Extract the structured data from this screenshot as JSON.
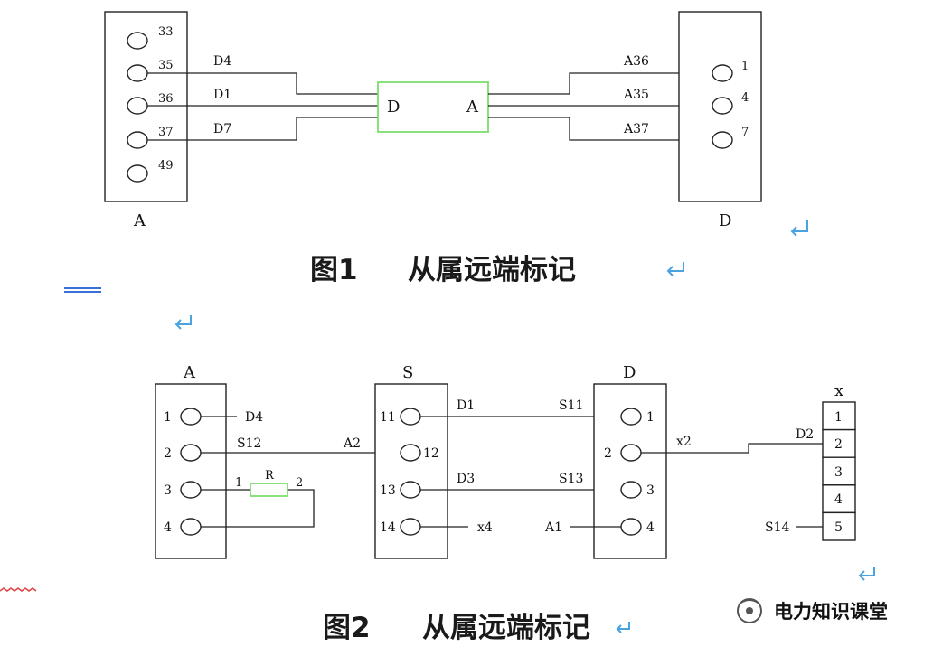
{
  "figure1": {
    "caption_num": "图1",
    "caption_text": "从属远端标记",
    "device_a_label": "A",
    "device_d_label": "D",
    "middle_left": "D",
    "middle_right": "A",
    "a_terminals": [
      "33",
      "35",
      "36",
      "37",
      "49"
    ],
    "left_wire_labels": [
      "D4",
      "D1",
      "D7"
    ],
    "right_wire_labels": [
      "A36",
      "A35",
      "A37"
    ],
    "d_terminals": [
      "1",
      "4",
      "7"
    ]
  },
  "figure2": {
    "caption_num": "图2",
    "caption_text": "从属远端标记",
    "device_a_label": "A",
    "device_s_label": "S",
    "device_d_label": "D",
    "device_x_label": "x",
    "a_terminals": [
      "1",
      "2",
      "3",
      "4"
    ],
    "a_wire_label_1": "D4",
    "a_wire_label_2": "S12",
    "resistor_label": "R",
    "resistor_pin1": "1",
    "resistor_pin2": "2",
    "s_wire_label_12": "A2",
    "s_terminals": [
      "11",
      "12",
      "13",
      "14"
    ],
    "s_wire_label_11": "D1",
    "s_wire_label_13": "D3",
    "s_wire_label_14": "x4",
    "d_wire_label_1": "S11",
    "d_wire_label_3": "S13",
    "d_wire_label_4": "A1",
    "d_terminals": [
      "1",
      "2",
      "3",
      "4"
    ],
    "d_wire_label_2": "x2",
    "x_wire_label_2": "D2",
    "x_wire_label_5": "S14",
    "x_cells": [
      "1",
      "2",
      "3",
      "4",
      "5"
    ]
  },
  "watermark": "电力知识课堂",
  "colors": {
    "resistor": "#7ddc6e",
    "return_mark": "#4aa3df",
    "emphasis_lines": "#3b6fd8",
    "wavy": "#e04040"
  }
}
